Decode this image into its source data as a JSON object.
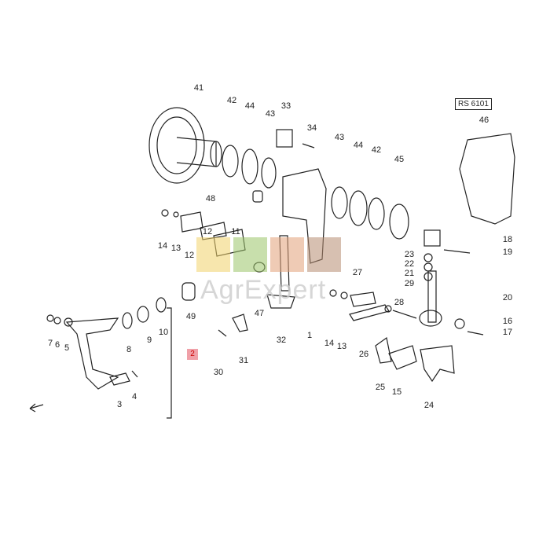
{
  "diagram": {
    "reference": "RS 6101",
    "group_label": "2",
    "callouts": [
      "41",
      "42",
      "44",
      "43",
      "33",
      "34",
      "43",
      "44",
      "42",
      "45",
      "46",
      "48",
      "14",
      "13",
      "12",
      "12",
      "11",
      "47",
      "18",
      "19",
      "23",
      "22",
      "21",
      "27",
      "29",
      "28",
      "20",
      "49",
      "7",
      "6",
      "5",
      "8",
      "9",
      "10",
      "14",
      "13",
      "32",
      "1",
      "16",
      "17",
      "26",
      "30",
      "31",
      "25",
      "15",
      "24",
      "3",
      "4"
    ],
    "watermark": "AgrExpert",
    "colors": {
      "line": "#222222",
      "tile_yellow": "#f2d36b",
      "tile_green": "#9cc56a",
      "tile_salmon": "#e3a27a",
      "tile_brown": "#b88e72",
      "group_red": "#cc0000"
    }
  }
}
